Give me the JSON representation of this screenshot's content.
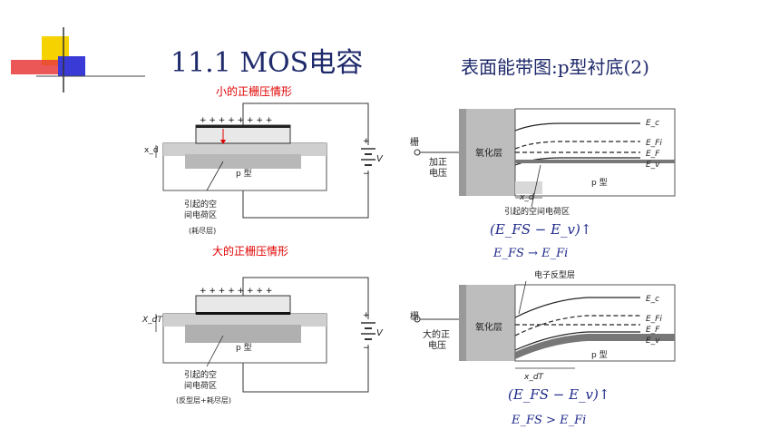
{
  "header": {
    "title": "11.1 MOS电容",
    "subtitle": "表面能带图:p型衬底(2)"
  },
  "top_section": {
    "label": "小的正栅压情形",
    "xd_label": "x_d",
    "v_label": "V",
    "p_type": "p 型",
    "depletion_caption_1": "引起的空",
    "depletion_caption_2": "间电荷区",
    "depletion_note": "(耗尽层)",
    "band": {
      "gate": "栅",
      "bias_1": "加正",
      "bias_2": "电压",
      "oxide": "氧化层",
      "ec": "E_c",
      "efi": "E_Fi",
      "ef": "E_F",
      "ev": "E_v",
      "p_type": "p 型",
      "xd": "x_d",
      "space_charge": "引起的空间电荷区"
    },
    "eq1": "(E_FS − E_v)↑",
    "eq2": "E_FS → E_Fi"
  },
  "bottom_section": {
    "label": "大的正栅压情形",
    "xdt_label": "X_dT",
    "v_label": "V",
    "p_type": "p 型",
    "depletion_caption_1": "引起的空",
    "depletion_caption_2": "间电荷区",
    "depletion_note": "(反型层+耗尽层)",
    "band": {
      "gate": "栅",
      "bias_1": "大的正",
      "bias_2": "电压",
      "oxide": "氧化层",
      "inversion": "电子反型层",
      "ec": "E_c",
      "efi": "E_Fi",
      "ef": "E_F",
      "ev": "E_v",
      "p_type": "p 型",
      "xdt": "x_dT"
    },
    "eq1": "(E_FS − E_v)↑",
    "eq2": "E_FS > E_Fi"
  },
  "colors": {
    "title": "#1f2a6b",
    "accent_yellow": "#f6d300",
    "accent_red": "#e83a3a",
    "accent_blue": "#3a3ad6",
    "label_red": "#e00000",
    "eq_blue": "#1f2a8a"
  }
}
